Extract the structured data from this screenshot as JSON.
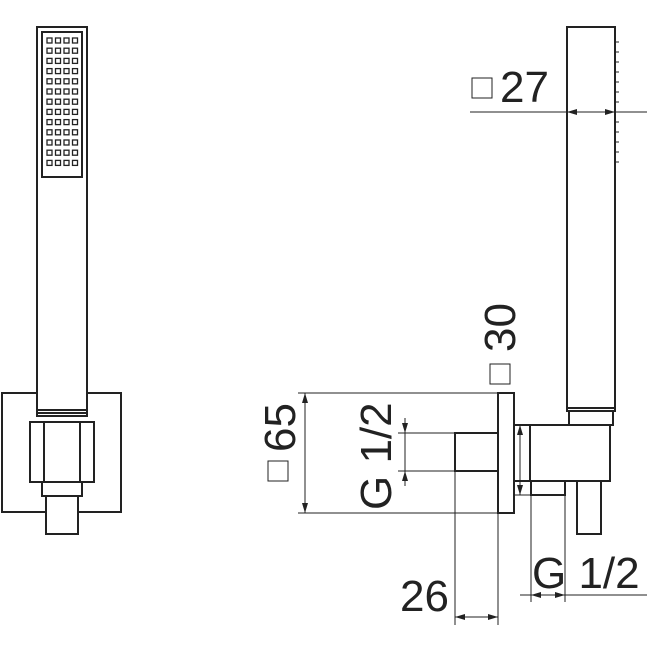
{
  "dimensions": {
    "top_square": "27",
    "mid_square": "30",
    "left_square": "65",
    "thread_left": "G 1/2",
    "thread_bottom": "G 1/2",
    "depth": "26"
  },
  "icons": {
    "square_symbol": "square-symbol-icon"
  },
  "colors": {
    "line": "#222222",
    "background": "#ffffff"
  }
}
